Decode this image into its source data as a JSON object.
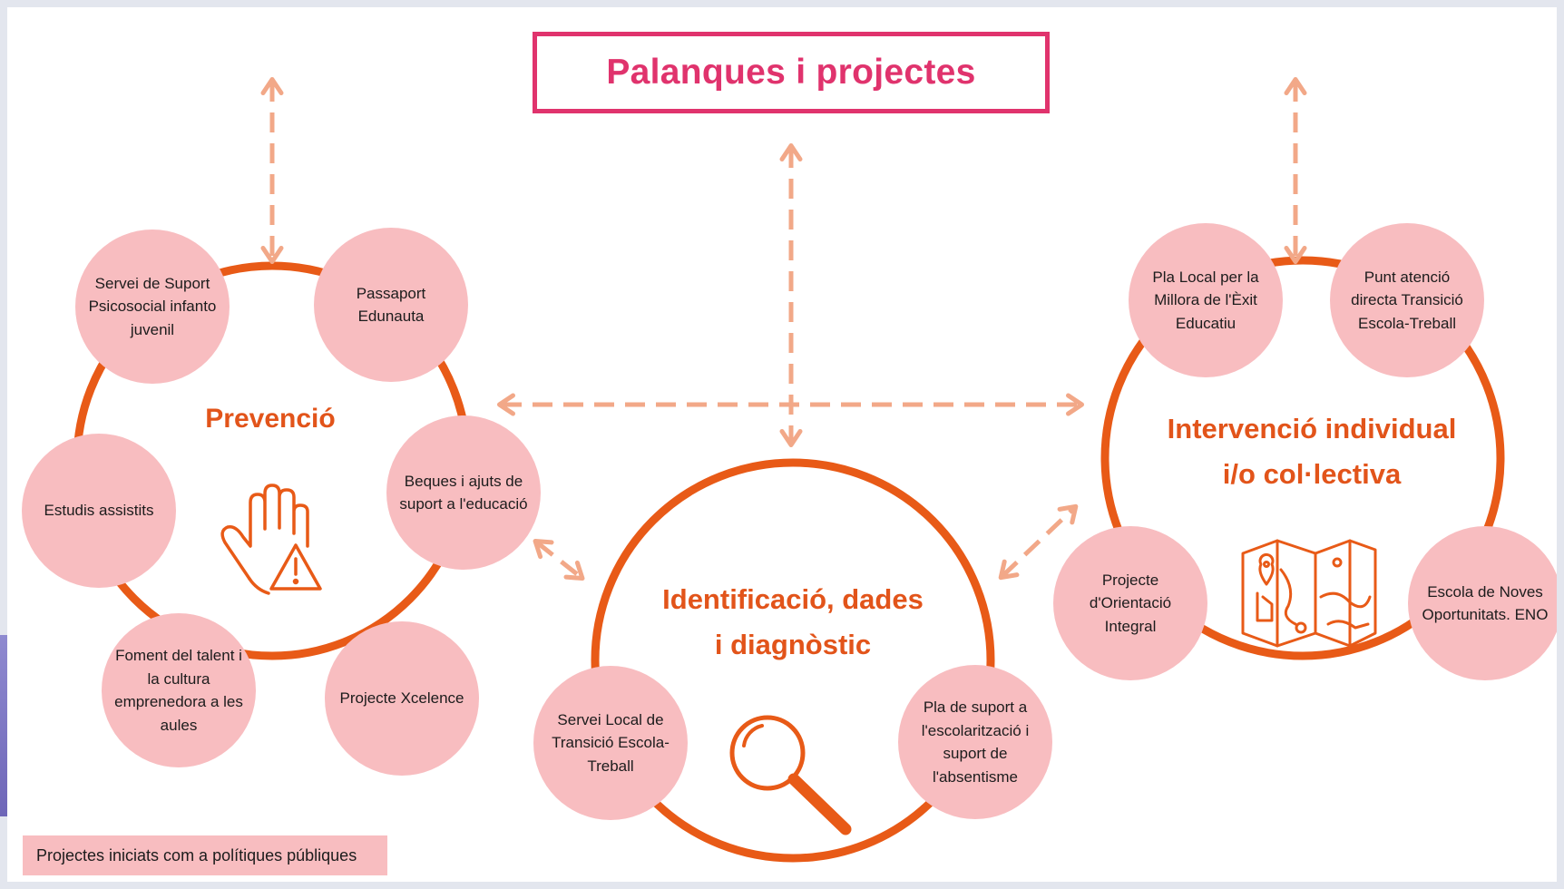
{
  "title": "Palanques i projectes",
  "colors": {
    "accent": "#e0336d",
    "ring": "#e85a17",
    "bubble": "#f8bdc0",
    "arrow": "#f2a888"
  },
  "clusters": {
    "prevencio": {
      "title": "Prevenció",
      "icon": "hand-warning-icon",
      "items": [
        "Servei de Suport Psicosocial infanto juvenil",
        "Passaport Edunauta",
        "Beques i ajuts de suport a l'educació",
        "Projecte Xcelence",
        "Foment del talent i la cultura emprenedora a les aules",
        "Estudis assistits"
      ]
    },
    "identificacio": {
      "title_line1": "Identificació, dades",
      "title_line2": "i diagnòstic",
      "icon": "magnifier-icon",
      "items": [
        "Servei Local de Transició Escola-Treball",
        "Pla de suport a l'escolarització i suport de l'absentisme"
      ]
    },
    "intervencio": {
      "title_line1": "Intervenció individual",
      "title_line2": "i/o col·lectiva",
      "icon": "map-icon",
      "items": [
        "Pla Local per la Millora de l'Èxit Educatiu",
        "Punt atenció directa Transició Escola-Treball",
        "Projecte d'Orientació Integral",
        "Escola de Noves Oportunitats. ENO"
      ]
    }
  },
  "legend": "Projectes iniciats com a polítiques públiques"
}
